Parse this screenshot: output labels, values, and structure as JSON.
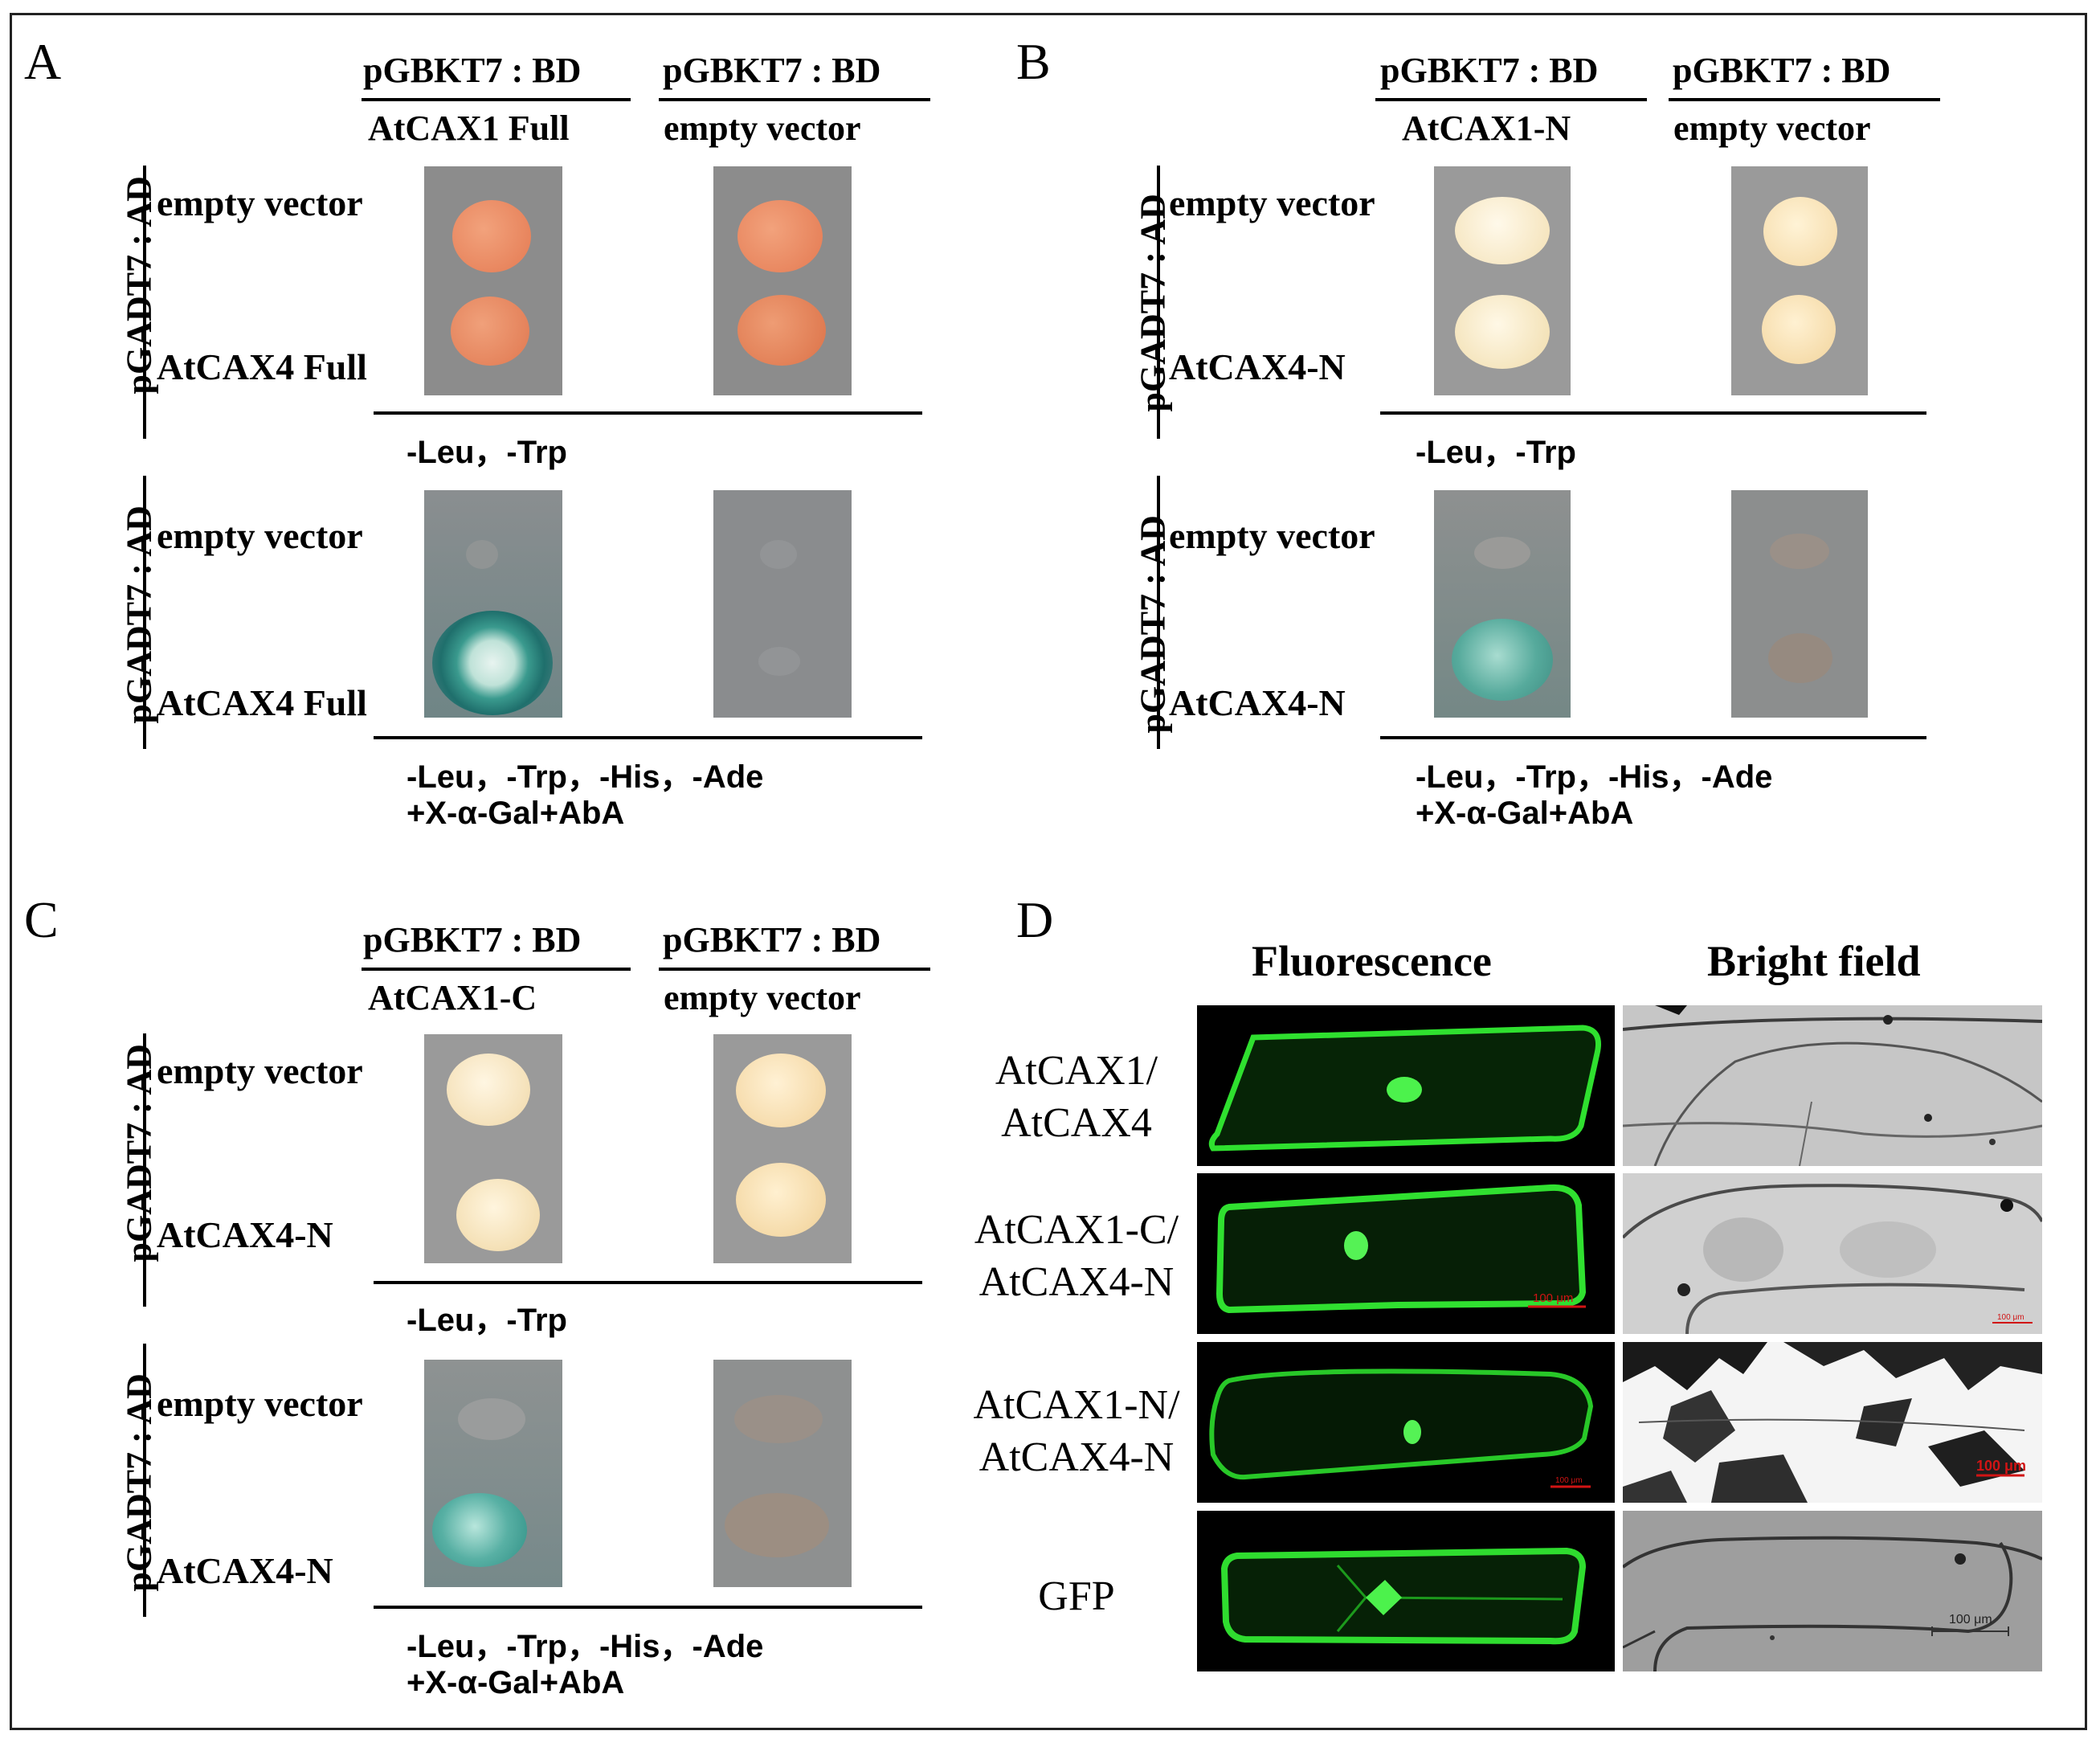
{
  "panels": {
    "A": {
      "label": "A",
      "col1_top": "pGBKT7 : BD",
      "col1_bottom": "AtCAX1  Full",
      "col2_top": "pGBKT7 : BD",
      "col2_bottom": "empty  vector",
      "side_label_top": "pGADT7 : AD",
      "side_label_bottom": "pGADT7 : AD",
      "row1": "empty  vector",
      "row2": "AtCAX4  Full",
      "row3": "empty  vector",
      "row4": "AtCAX4  Full",
      "media1": "-Leu，-Trp",
      "media2_line1": "-Leu，-Trp，-His，-Ade",
      "media2_line2": "+X-α-Gal+AbA"
    },
    "B": {
      "label": "B",
      "col1_top": "pGBKT7 : BD",
      "col1_bottom": "AtCAX1-N",
      "col2_top": "pGBKT7 : BD",
      "col2_bottom": "empty  vector",
      "side_label_top": "pGADT7 : AD",
      "side_label_bottom": "pGADT7 : AD",
      "row1": "empty  vector",
      "row2": "AtCAX4-N",
      "row3": "empty  vector",
      "row4": "AtCAX4-N",
      "media1": "-Leu，-Trp",
      "media2_line1": "-Leu，-Trp，-His，-Ade",
      "media2_line2": "+X-α-Gal+AbA"
    },
    "C": {
      "label": "C",
      "col1_top": "pGBKT7 : BD",
      "col1_bottom": "AtCAX1-C",
      "col2_top": "pGBKT7 : BD",
      "col2_bottom": "empty  vector",
      "side_label_top": "pGADT7 : AD",
      "side_label_bottom": "pGADT7 : AD",
      "row1": "empty  vector",
      "row2": "AtCAX4-N",
      "row3": "empty  vector",
      "row4": "AtCAX4-N",
      "media1": "-Leu，-Trp",
      "media2_line1": "-Leu，-Trp，-His，-Ade",
      "media2_line2": "+X-α-Gal+AbA"
    },
    "D": {
      "label": "D",
      "col1": "Fluorescence",
      "col2": "Bright field",
      "rows": [
        {
          "line1": "AtCAX1/",
          "line2": "AtCAX4"
        },
        {
          "line1": "AtCAX1-C/",
          "line2": "AtCAX4-N"
        },
        {
          "line1": "AtCAX1-N/",
          "line2": "AtCAX4-N"
        },
        {
          "line1": "GFP",
          "line2": ""
        }
      ],
      "scale_bar": "100 μm"
    }
  },
  "colors": {
    "plate_gray": "#8a8a8a",
    "colony_orange": "#e8825a",
    "colony_cream": "#f6e6c2",
    "colony_blue": "#3f9c8c",
    "gfp_green": "#27d62a",
    "scale_red": "#d11414"
  }
}
